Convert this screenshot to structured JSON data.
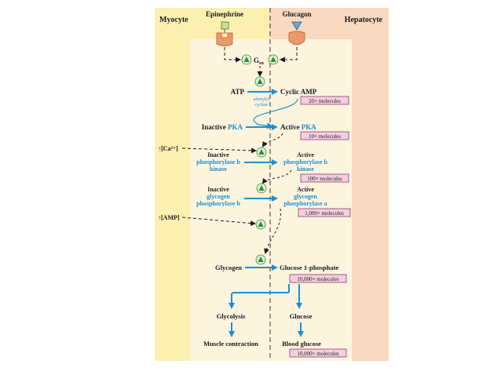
{
  "labels": {
    "myocyte": "Myocyte",
    "hepatocyte": "Hepatocyte",
    "epinephrine": "Epinephrine",
    "glucagon": "Glucagon",
    "gsa_main": "G",
    "gsa_sub": "sα",
    "atp": "ATP",
    "cyclic_amp": "Cyclic AMP",
    "adenylyl_1": "adenylyl",
    "adenylyl_2": "cyclase",
    "inactive_pka_1": "Inactive",
    "pka": "PKA",
    "active_pka_1": "Active",
    "calcium": "↑[Ca²⁺]",
    "amp": "↑[AMP]",
    "inact_pk_1": "Inactive",
    "inact_pk_2": "phosphorylase b",
    "inact_pk_3": "kinase",
    "act_pk_1": "Active",
    "act_pk_2": "phosphorylase b",
    "act_pk_3": "kinase",
    "inact_gp_1": "Inactive",
    "inact_gp_2": "glycogen",
    "inact_gp_3": "phosphorylase b",
    "act_gp_1": "Active",
    "act_gp_2": "glycogen",
    "act_gp_3": "phosphorylase a",
    "glycogen": "Glycogen",
    "glucose1p": "Glucose 1-phosphate",
    "glycolysis": "Glycolysis",
    "glucose": "Glucose",
    "muscle": "Muscle contraction",
    "blood_glucose": "Blood glucose"
  },
  "amplification": {
    "m20": "20× molecules",
    "m10": "10× molecules",
    "m100": "100× molecules",
    "m1000": "1,000× molecules",
    "m10000a": "10,000× molecules",
    "m10000b": "10,000× molecules"
  },
  "colors": {
    "myocyte_bg": "#fbf0b0",
    "hepatocyte_bg": "#f9d9bf",
    "cytoplasm": "#fdf4de",
    "arrow_blue": "#1e8fd0",
    "badge_bg": "#f4cfe0",
    "badge_border": "#8a3a6a",
    "receptor": "#ea9a6a",
    "enzyme_green": "#2e8b3a"
  }
}
